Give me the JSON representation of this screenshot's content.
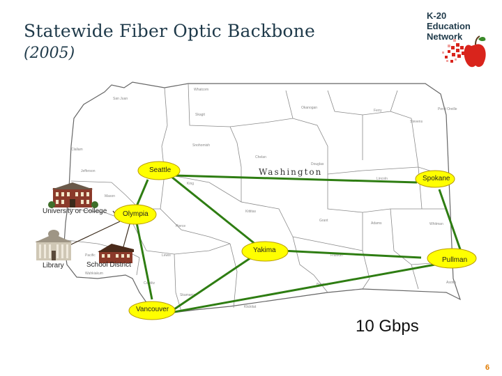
{
  "title": "Statewide Fiber Optic Backbone",
  "subtitle": "(2005)",
  "logo": {
    "line1": "K-20",
    "line2": "Education",
    "line3": "Network"
  },
  "map_label": "Washington",
  "nodes": {
    "seattle": "Seattle",
    "spokane": "Spokane",
    "olympia": "Olympia",
    "yakima": "Yakima",
    "pullman": "Pullman",
    "vancouver": "Vancouver"
  },
  "sites": {
    "university": "University or College",
    "library": "Library",
    "school_district": "School District"
  },
  "speed": "10 Gbps",
  "page_number": "6",
  "colors": {
    "link": "#2e7d12",
    "node_fill": "#ffff00",
    "title": "#1f3a4a",
    "page_number": "#e07a00",
    "apple": "#d9241c"
  }
}
